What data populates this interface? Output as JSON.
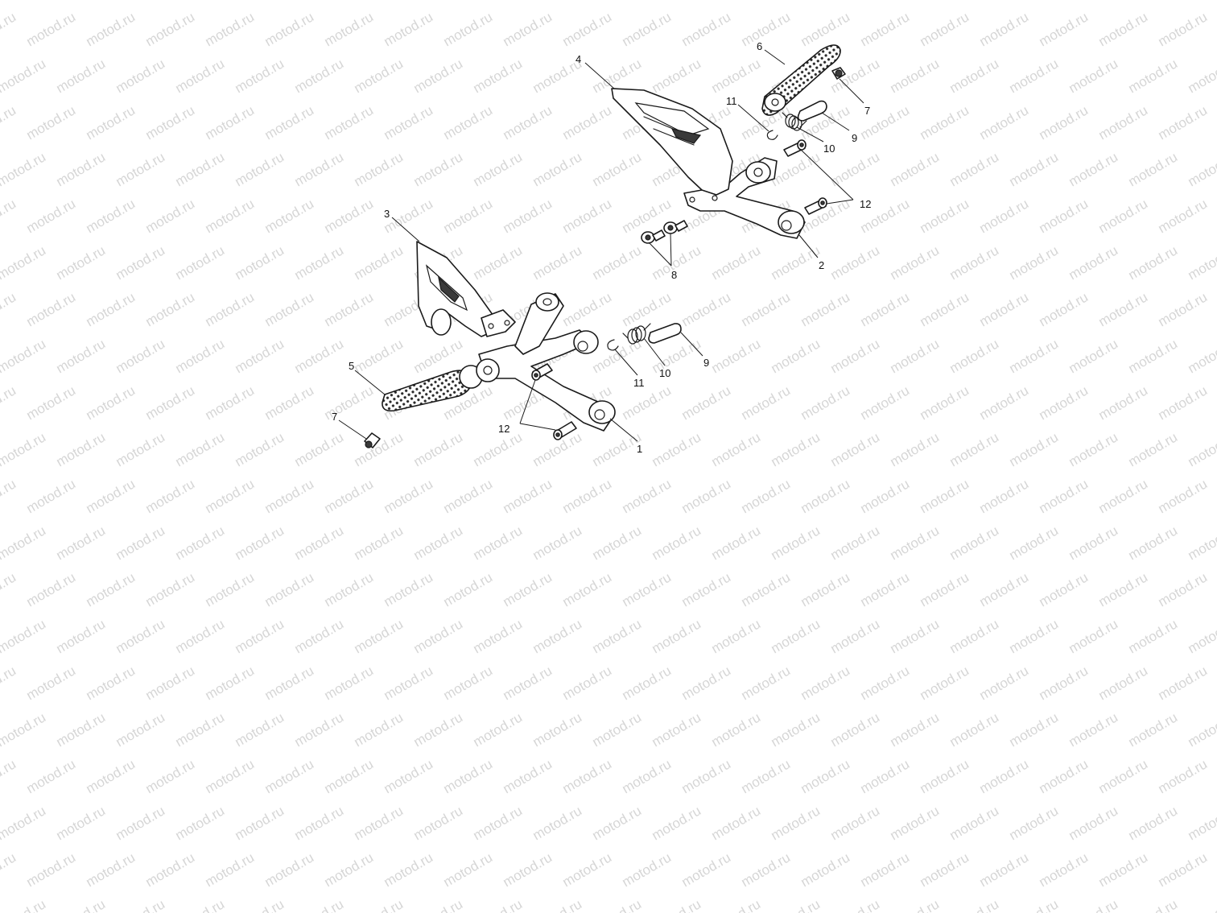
{
  "watermark": {
    "text": "motod.ru",
    "color": "#d6d6d6"
  },
  "callouts": [
    {
      "id": "c1",
      "label": "1"
    },
    {
      "id": "c2",
      "label": "2"
    },
    {
      "id": "c3",
      "label": "3"
    },
    {
      "id": "c4",
      "label": "4"
    },
    {
      "id": "c5",
      "label": "5"
    },
    {
      "id": "c6",
      "label": "6"
    },
    {
      "id": "c7a",
      "label": "7"
    },
    {
      "id": "c7b",
      "label": "7"
    },
    {
      "id": "c8",
      "label": "8"
    },
    {
      "id": "c9a",
      "label": "9"
    },
    {
      "id": "c9b",
      "label": "9"
    },
    {
      "id": "c10a",
      "label": "10"
    },
    {
      "id": "c10b",
      "label": "10"
    },
    {
      "id": "c11a",
      "label": "11"
    },
    {
      "id": "c11b",
      "label": "11"
    },
    {
      "id": "c12a",
      "label": "12"
    },
    {
      "id": "c12b",
      "label": "12"
    }
  ]
}
